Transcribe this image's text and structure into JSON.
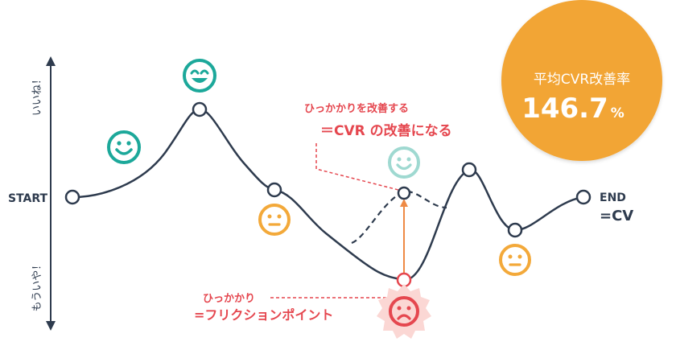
{
  "axis": {
    "top_label": "いいね！",
    "bottom_label": "もういや！",
    "start_label": "START"
  },
  "end": {
    "label": "END",
    "cv_label": "=CV"
  },
  "annotations": {
    "improve_line1": "ひっかかりを改善する",
    "improve_line2": "＝CVR の改善になる",
    "friction_line1": "ひっかかり",
    "friction_line2": "=フリクションポイント"
  },
  "badge": {
    "title": "平均CVR改善率",
    "value": "146.7",
    "unit": "%"
  },
  "colors": {
    "curve": "#2e3b4e",
    "teal": "#1ca89a",
    "light_teal": "#9fd9d1",
    "neutral_orange": "#f3a93a",
    "sad_red": "#e5474f",
    "sad_burst": "#fbd7d4",
    "annotation_red": "#e5474f",
    "arrow_orange": "#ee8a45",
    "badge_orange": "#f2a534"
  }
}
